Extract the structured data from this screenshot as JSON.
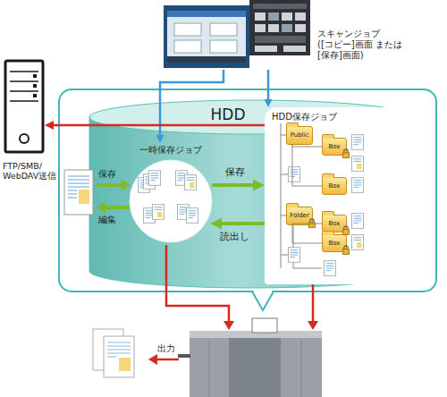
{
  "diagram": {
    "nodes": [
      {
        "text": [
          "スキャンジョブ ([コピー]画面 または[保存]画面)"
        ]
      },
      {
        "text": [
          "FTP/SMB/ WebDAV送信"
        ]
      },
      {
        "text": [
          "HDD"
        ]
      },
      {
        "text": [
          "一時保存ジョブ"
        ],
        "in": 2
      },
      {
        "text": [
          "HDD保存ジョブ"
        ],
        "in": 2
      },
      {
        "text": [
          "Public"
        ],
        "in": 4
      },
      {
        "text": [
          "Box"
        ],
        "in": 4
      },
      {
        "text": [
          "Box"
        ],
        "in": 4
      },
      {
        "text": [
          "Folder"
        ],
        "in": 4
      },
      {
        "text": [
          "Box"
        ],
        "in": 4
      },
      {
        "text": [
          "Box"
        ],
        "in": 4
      }
    ],
    "edges": [
      {
        "from": 0,
        "to": 3,
        "arrow": "to"
      },
      {
        "from": 0,
        "to": 4,
        "arrow": "to"
      },
      {
        "from": 4,
        "to": 1,
        "arrow": "to"
      },
      {
        "from": 3,
        "to": 4,
        "label": "保存",
        "arrow": "to"
      },
      {
        "from": 4,
        "to": 3,
        "label": "読出し",
        "arrow": "to"
      },
      {
        "from": 5,
        "to": 6,
        "arrow": "none"
      },
      {
        "from": 5,
        "to": 7,
        "arrow": "none"
      },
      {
        "from": 8,
        "to": 9,
        "arrow": "none"
      },
      {
        "from": 8,
        "to": 10,
        "arrow": "none"
      }
    ],
    "labels": [
      "保存",
      "編集",
      "出力"
    ]
  }
}
